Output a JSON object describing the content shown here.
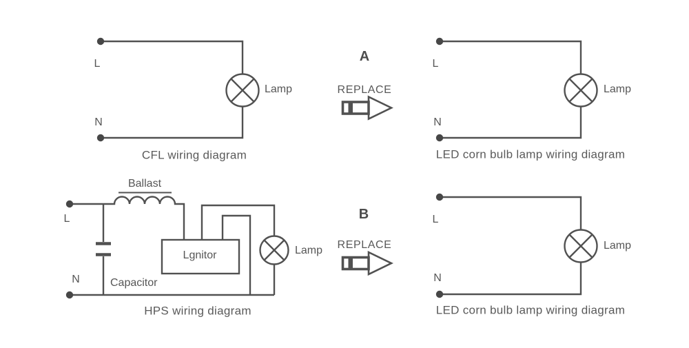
{
  "diagram": {
    "cfl": {
      "l_label": "L",
      "n_label": "N",
      "lamp_label": "Lamp",
      "caption": "CFL wiring diagram"
    },
    "led_top": {
      "l_label": "L",
      "n_label": "N",
      "lamp_label": "Lamp",
      "caption": "LED corn bulb lamp wiring diagram"
    },
    "hps": {
      "l_label": "L",
      "n_label": "N",
      "lamp_label": "Lamp",
      "ballast_label": "Ballast",
      "capacitor_label": "Capacitor",
      "ignitor_label": "Lgnitor",
      "caption": "HPS wiring diagram"
    },
    "led_bottom": {
      "l_label": "L",
      "n_label": "N",
      "lamp_label": "Lamp",
      "caption": "LED corn bulb lamp wiring diagram"
    },
    "step_a": {
      "label": "A",
      "replace_label": "REPLACE"
    },
    "step_b": {
      "label": "B",
      "replace_label": "REPLACE"
    }
  },
  "colors": {
    "wire": "#515151",
    "text": "#565656",
    "terminal_dot": "#474747",
    "background": "#ffffff"
  }
}
